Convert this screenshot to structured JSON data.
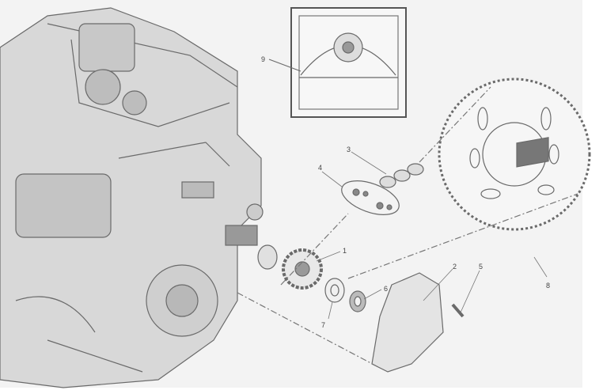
{
  "diagram": {
    "callouts": [
      {
        "id": "9",
        "part": "inset-detail"
      },
      {
        "id": "3",
        "part": "chain"
      },
      {
        "id": "4",
        "part": "chain-link-kit"
      },
      {
        "id": "1",
        "part": "front-sprocket"
      },
      {
        "id": "2",
        "part": "sprocket-cover"
      },
      {
        "id": "5",
        "part": "screw"
      },
      {
        "id": "6",
        "part": "seal"
      },
      {
        "id": "7",
        "part": "washer"
      },
      {
        "id": "8",
        "part": "label"
      }
    ],
    "colors": {
      "line": "#666666",
      "background": "#f3f3f3"
    }
  }
}
